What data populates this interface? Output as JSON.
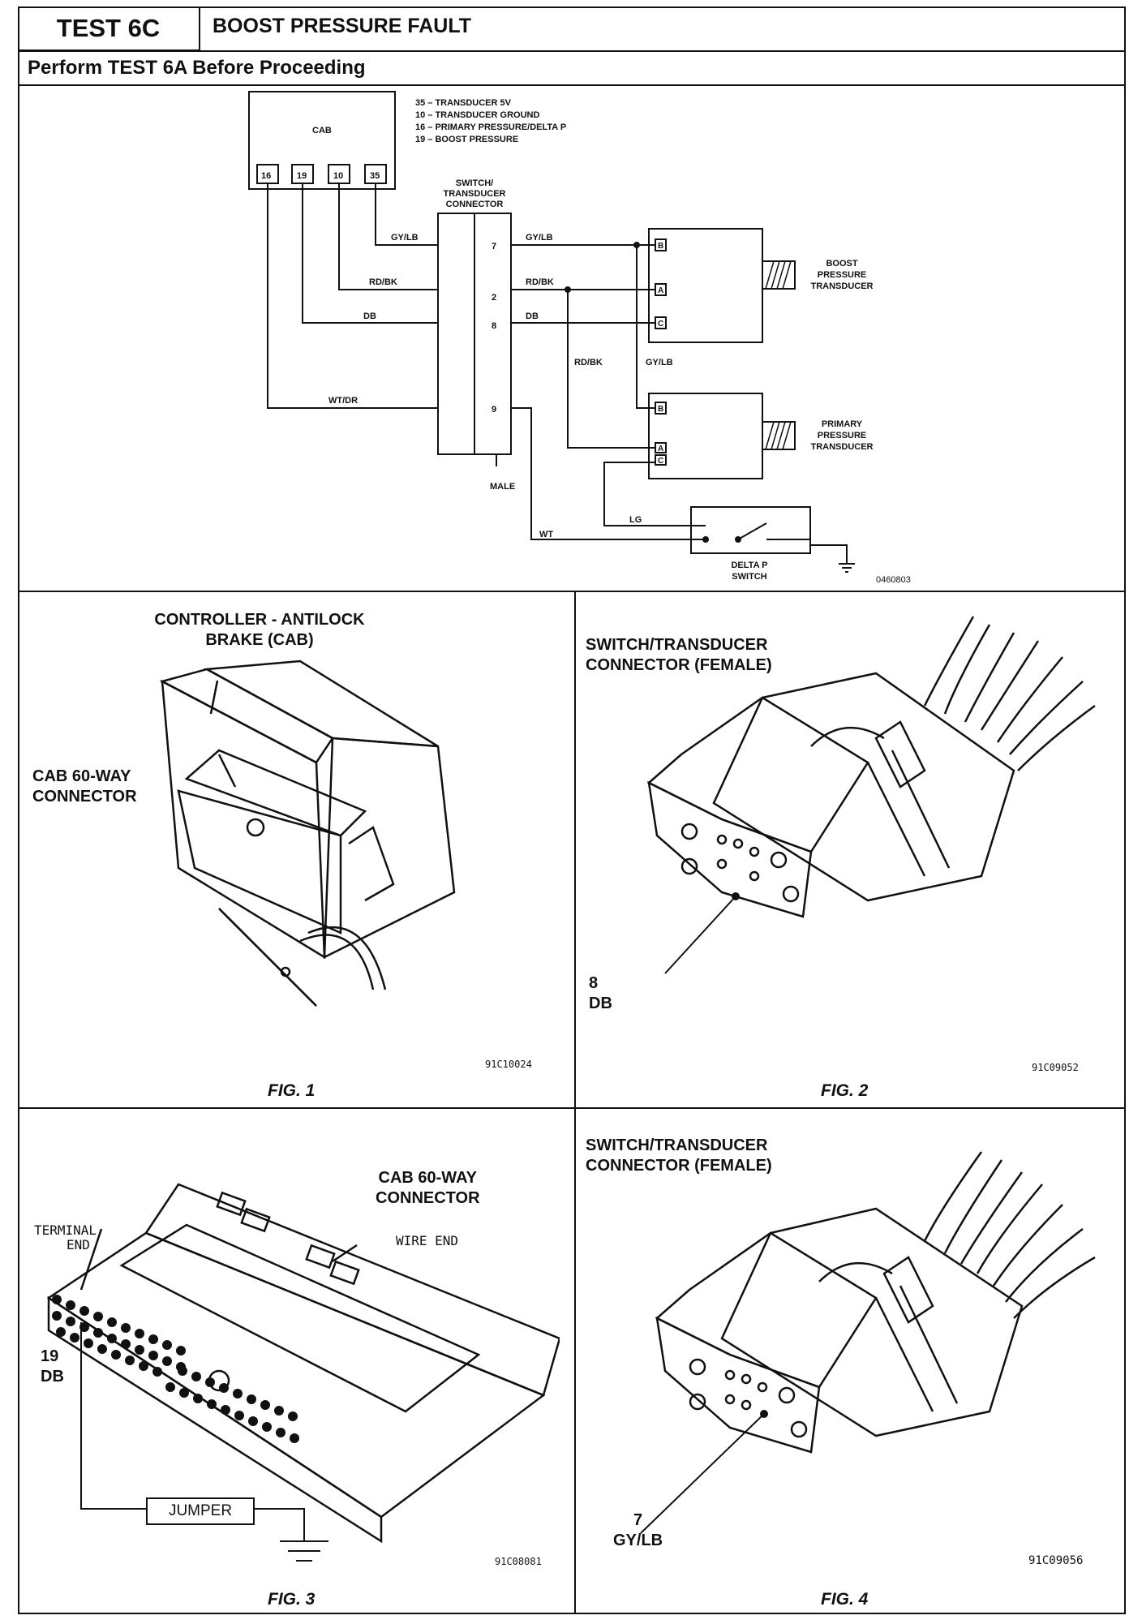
{
  "header": {
    "test_id": "TEST 6C",
    "title": "BOOST PRESSURE FAULT",
    "instruction": "Perform TEST 6A Before Proceeding"
  },
  "schematic": {
    "cab_label": "CAB",
    "cab_pins": [
      "16",
      "19",
      "10",
      "35"
    ],
    "legend": [
      "35 – TRANSDUCER 5V",
      "10 – TRANSDUCER GROUND",
      "16 – PRIMARY PRESSURE/DELTA P",
      "19 – BOOST PRESSURE"
    ],
    "connector_label": [
      "SWITCH/",
      "TRANSDUCER",
      "CONNECTOR"
    ],
    "connector_pins": [
      "7",
      "2",
      "8",
      "9"
    ],
    "wires_left": [
      "GY/LB",
      "RD/BK",
      "DB",
      "WT/DR"
    ],
    "wires_right": [
      "GY/LB",
      "RD/BK",
      "DB"
    ],
    "wire_rdbk_drop": "RD/BK",
    "wire_gylb_drop": "GY/LB",
    "wire_wt": "WT",
    "wire_lg": "LG",
    "male_label": "MALE",
    "boost_pins": [
      "B",
      "A",
      "C"
    ],
    "boost_label": [
      "BOOST",
      "PRESSURE",
      "TRANSDUCER"
    ],
    "primary_pins": [
      "B",
      "A",
      "C"
    ],
    "primary_label": [
      "PRIMARY",
      "PRESSURE",
      "TRANSDUCER"
    ],
    "switch_label": [
      "DELTA P",
      "SWITCH"
    ],
    "drawing_code": "0460803"
  },
  "fig1": {
    "caption": "FIG. 1",
    "label_controller": [
      "CONTROLLER - ANTILOCK",
      "BRAKE (CAB)"
    ],
    "label_connector": [
      "CAB 60-WAY",
      "CONNECTOR"
    ],
    "code": "91C10024"
  },
  "fig2": {
    "caption": "FIG. 2",
    "label": [
      "SWITCH/TRANSDUCER",
      "CONNECTOR (FEMALE)"
    ],
    "pin_number": "8",
    "pin_wire": "DB",
    "code": "91C09052"
  },
  "fig3": {
    "caption": "FIG. 3",
    "label_connector": [
      "CAB 60-WAY",
      "CONNECTOR"
    ],
    "label_terminal": [
      "TERMINAL",
      "END"
    ],
    "label_wire_end": "WIRE END",
    "pin_number": "19",
    "pin_wire": "DB",
    "jumper": "JUMPER",
    "code": "91C08081"
  },
  "fig4": {
    "caption": "FIG. 4",
    "label": [
      "SWITCH/TRANSDUCER",
      "CONNECTOR (FEMALE)"
    ],
    "pin_number": "7",
    "pin_wire": "GY/LB",
    "code": "91C09056"
  }
}
